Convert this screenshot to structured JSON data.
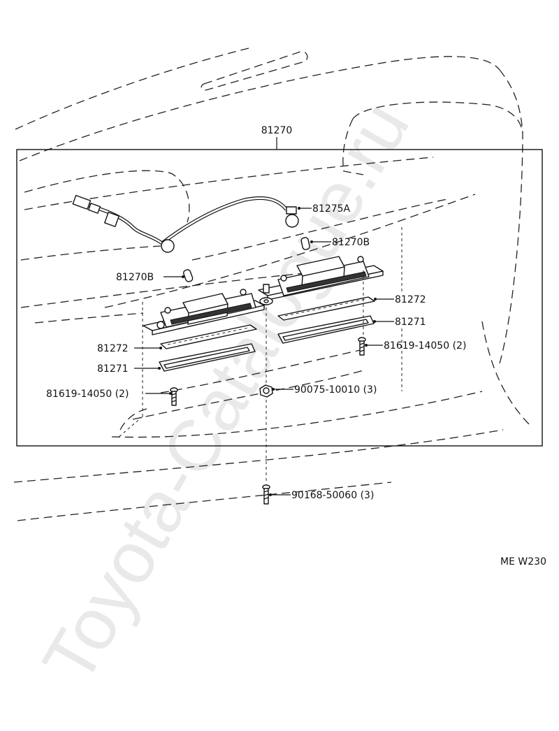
{
  "diagram": {
    "assembly_label": "81270",
    "callouts": {
      "wire": "81275A",
      "bulb_right": "81270B",
      "bulb_left": "81270B",
      "gasket_right": "81272",
      "lens_right": "81271",
      "screw_right": "81619-14050 (2)",
      "gasket_left": "81272",
      "lens_left": "81271",
      "screw_left": "81619-14050 (2)",
      "nut": "90075-10010 (3)",
      "bolt": "90168-50060 (3)"
    },
    "figure_code": "ME W230",
    "watermark": "Toyota-Catalogue.ru"
  }
}
